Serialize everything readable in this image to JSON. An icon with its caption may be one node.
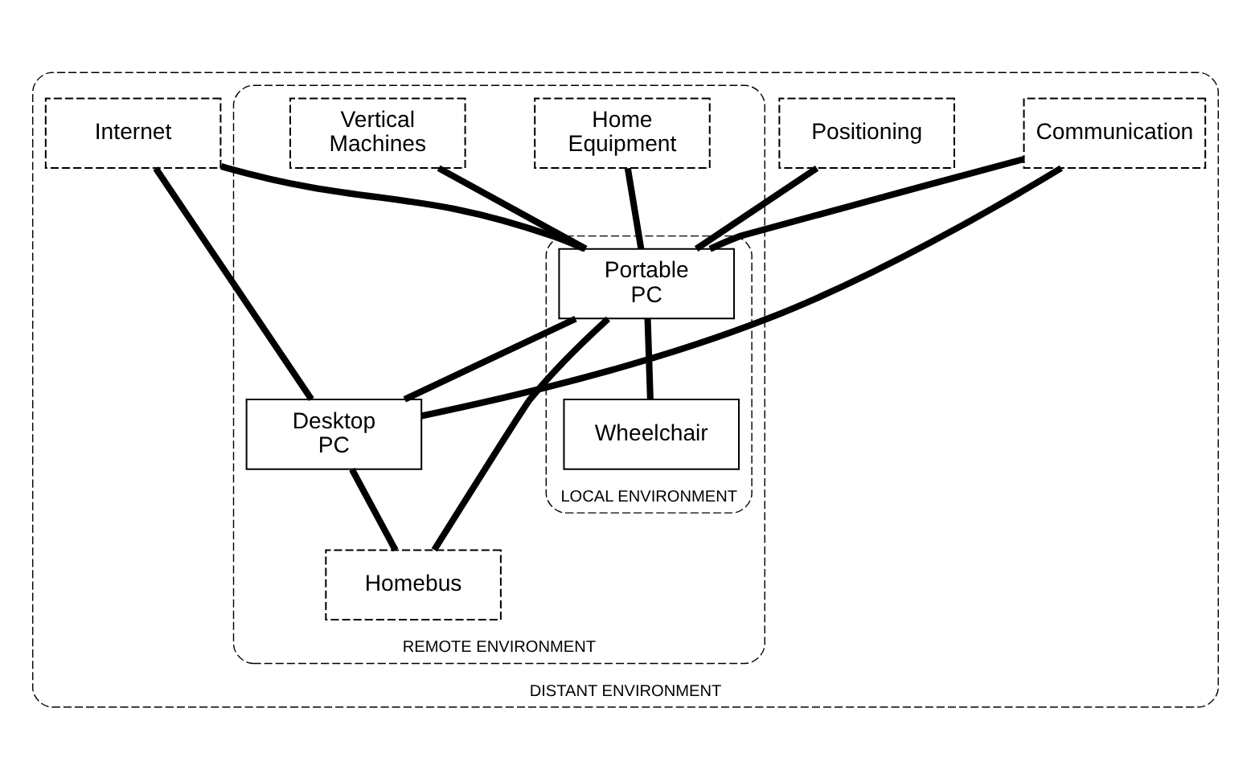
{
  "diagram": {
    "nodes": [
      {
        "text": [
          "DISTANT ENVIRONMENT"
        ]
      },
      {
        "text": [
          "Positioning"
        ],
        "in": 0
      },
      {
        "text": [
          "Communication"
        ],
        "in": 0
      },
      {
        "text": [
          "Internet"
        ],
        "in": 0
      },
      {
        "text": [
          "REMOTE ENVIRONMENT"
        ],
        "in": 0
      },
      {
        "text": [
          "Home Equipment"
        ],
        "in": 4
      },
      {
        "text": [
          "LOCAL ENVIRONMENT"
        ],
        "in": 4
      },
      {
        "text": [
          "Portable PC"
        ],
        "in": 6
      },
      {
        "text": [
          "Desktop PC"
        ],
        "in": 4
      },
      {
        "text": [
          "Wheelchair"
        ],
        "in": 6
      },
      {
        "text": [
          "Vertical Machines"
        ],
        "in": 4
      },
      {
        "text": [
          "Homebus"
        ],
        "in": 4
      }
    ],
    "edges": [
      {
        "from": 1,
        "to": 7,
        "arrow": "none"
      },
      {
        "from": 2,
        "to": 7,
        "arrow": "none"
      },
      {
        "from": 2,
        "to": 8,
        "arrow": "none"
      },
      {
        "from": 3,
        "to": 7,
        "arrow": "none"
      },
      {
        "from": 3,
        "to": 8,
        "arrow": "none"
      },
      {
        "from": 5,
        "to": 7,
        "arrow": "none"
      },
      {
        "from": 7,
        "to": 8,
        "arrow": "none"
      },
      {
        "from": 7,
        "to": 9,
        "arrow": "none"
      },
      {
        "from": 10,
        "to": 7,
        "arrow": "none"
      },
      {
        "from": 7,
        "to": 11,
        "arrow": "none"
      },
      {
        "from": 8,
        "to": 11,
        "arrow": "none"
      }
    ]
  }
}
